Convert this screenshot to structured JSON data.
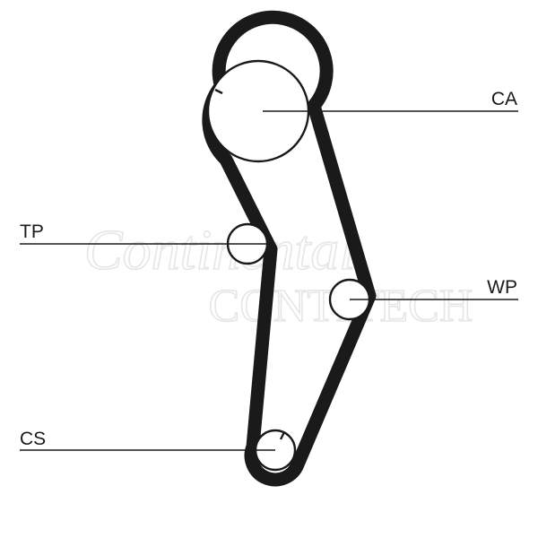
{
  "watermark": {
    "line1": "Continental",
    "line2": "CONTITECH"
  },
  "labels": {
    "ca": "CA",
    "tp": "TP",
    "wp": "WP",
    "cs": "CS"
  },
  "colors": {
    "ink": "#1a1a1a",
    "watermark": "#e6e6e6",
    "background": "#ffffff"
  }
}
